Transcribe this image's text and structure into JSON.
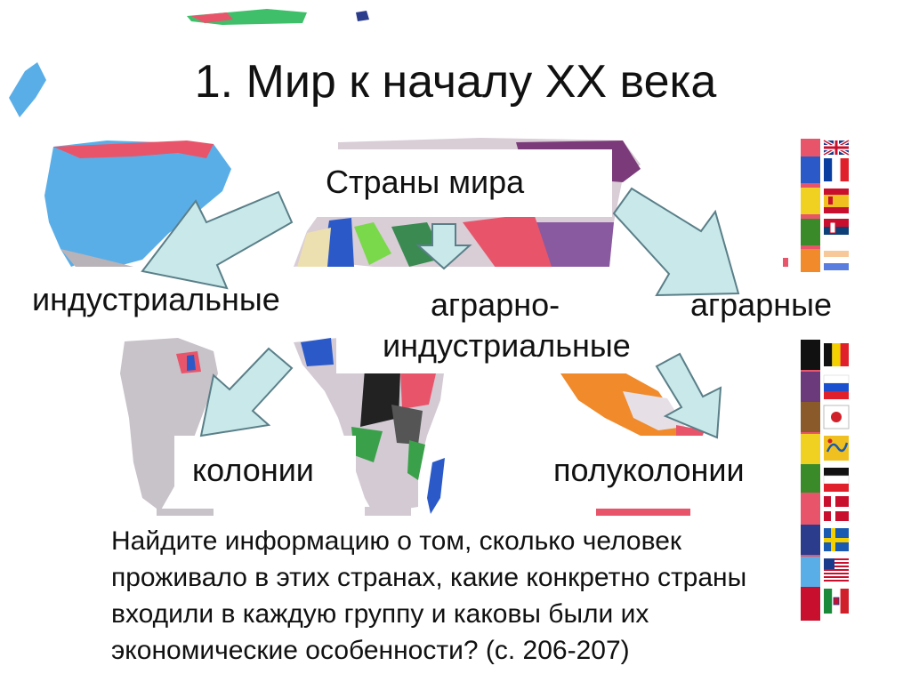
{
  "slide": {
    "title": "1. Мир к началу XX века",
    "root": "Страны мира",
    "categories": {
      "industrial": "индустриальные",
      "agro_industrial_line1": "аграрно-",
      "agro_industrial_line2": "индустриальные",
      "agrarian": "аграрные"
    },
    "subcategories": {
      "colonies": "колонии",
      "semicolonies": "полуколонии"
    },
    "question": "Найдите информацию о том, сколько человек проживало в этих странах, какие конкретно страны входили в каждую группу и каковы были их экономические особенности? (с. 206-207)"
  },
  "colors": {
    "arrow_fill": "#c9e8ea",
    "arrow_stroke": "#5a7f88"
  },
  "flags": [
    "uk",
    "france",
    "spain",
    "serbia",
    "netherlands",
    "belgium",
    "russia",
    "japan",
    "china",
    "germany",
    "denmark",
    "sweden",
    "usa",
    "italy"
  ]
}
